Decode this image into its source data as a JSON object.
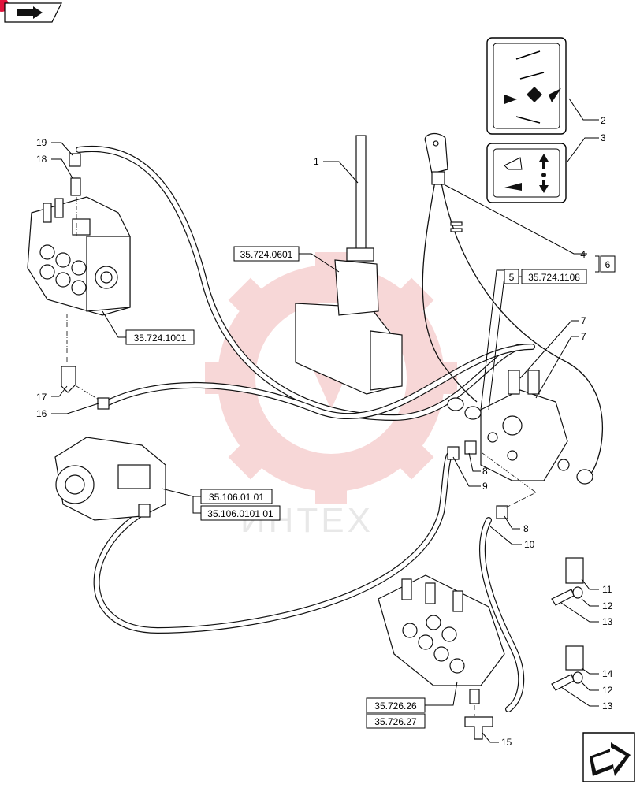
{
  "colors": {
    "line": "#111111",
    "watermark": "#f2b8b8",
    "badge": "#e0143c"
  },
  "callouts": [
    "1",
    "2",
    "3",
    "4",
    "5",
    "6",
    "7",
    "7",
    "8",
    "8",
    "9",
    "10",
    "11",
    "12",
    "13",
    "14",
    "12",
    "13",
    "15",
    "16",
    "17",
    "18",
    "19"
  ],
  "refs": {
    "ref1": "35.724.0601",
    "ref2": "35.724.1108",
    "ref3": "35.724.1001",
    "ref4": "35.106.01 01",
    "ref5": "35.106.0101 01",
    "ref6": "35.726.26",
    "ref7": "35.726.27"
  },
  "watermark_text": "ИНТЕХ",
  "icons": {
    "corner": "book-arrow-icon",
    "next": "next-page-arrow-icon"
  }
}
